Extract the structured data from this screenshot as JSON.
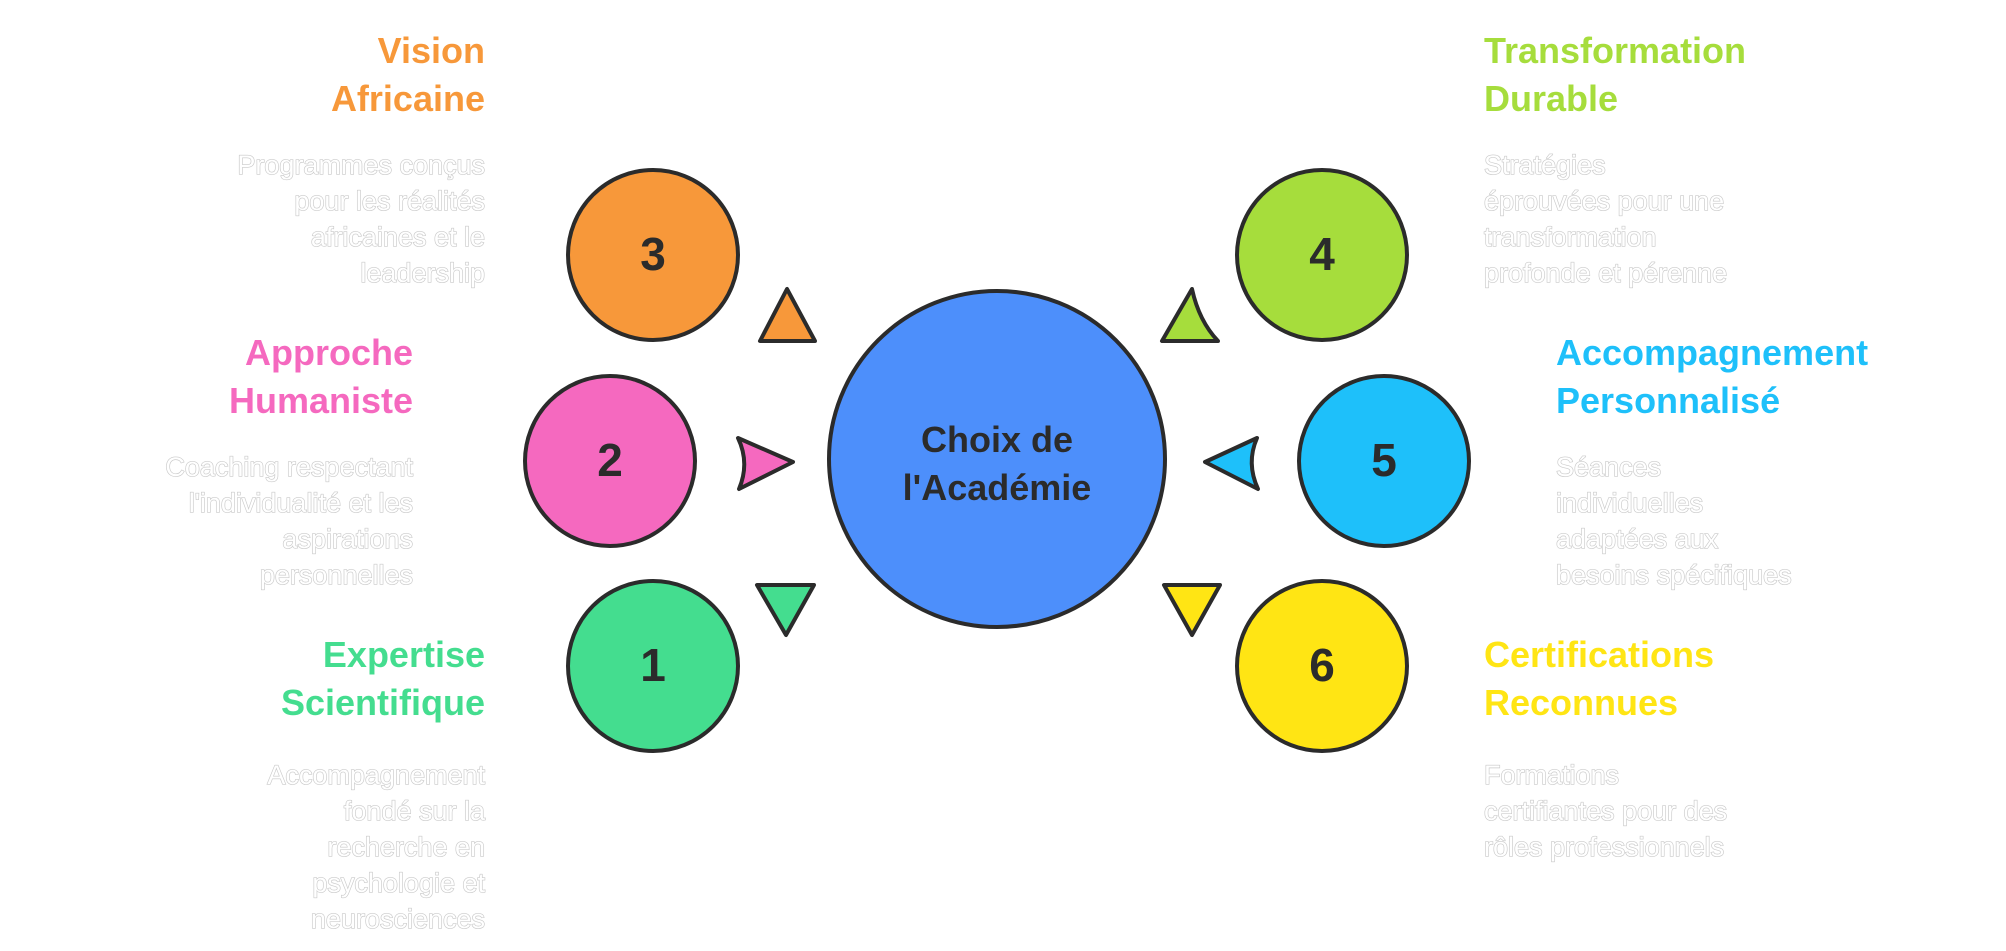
{
  "center": {
    "line1": "Choix de",
    "line2": "l'Académie",
    "color": "#4d8ffb"
  },
  "items": [
    {
      "number": "1",
      "title": [
        "Expertise",
        "Scientifique"
      ],
      "description": [
        "Accompagnement",
        "fondé sur la",
        "recherche en",
        "psychologie et",
        "neurosciences"
      ],
      "color": "#44dd8f"
    },
    {
      "number": "2",
      "title": [
        "Approche",
        "Humaniste"
      ],
      "description": [
        "Coaching respectant",
        "l'individualité et les",
        "aspirations",
        "personnelles"
      ],
      "color": "#f569bf"
    },
    {
      "number": "3",
      "title": [
        "Vision",
        "Africaine"
      ],
      "description": [
        "Programmes conçus",
        "pour les réalités",
        "africaines et le",
        "leadership"
      ],
      "color": "#f7983a"
    },
    {
      "number": "4",
      "title": [
        "Transformation",
        "Durable"
      ],
      "description": [
        "Stratégies",
        "éprouvées pour une",
        "transformation",
        "profonde et pérenne"
      ],
      "color": "#a6dd3c"
    },
    {
      "number": "5",
      "title": [
        "Accompagnement",
        "Personnalisé"
      ],
      "description": [
        "Séances",
        "individuelles",
        "adaptées aux",
        "besoins spécifiques"
      ],
      "color": "#1ec0fa"
    },
    {
      "number": "6",
      "title": [
        "Certifications",
        "Reconnues"
      ],
      "description": [
        "Formations",
        "certifiantes pour des",
        "rôles professionnels"
      ],
      "color": "#ffe514"
    }
  ],
  "outline_color": "#2b2b2b",
  "text_dark": "#2b2b2b"
}
